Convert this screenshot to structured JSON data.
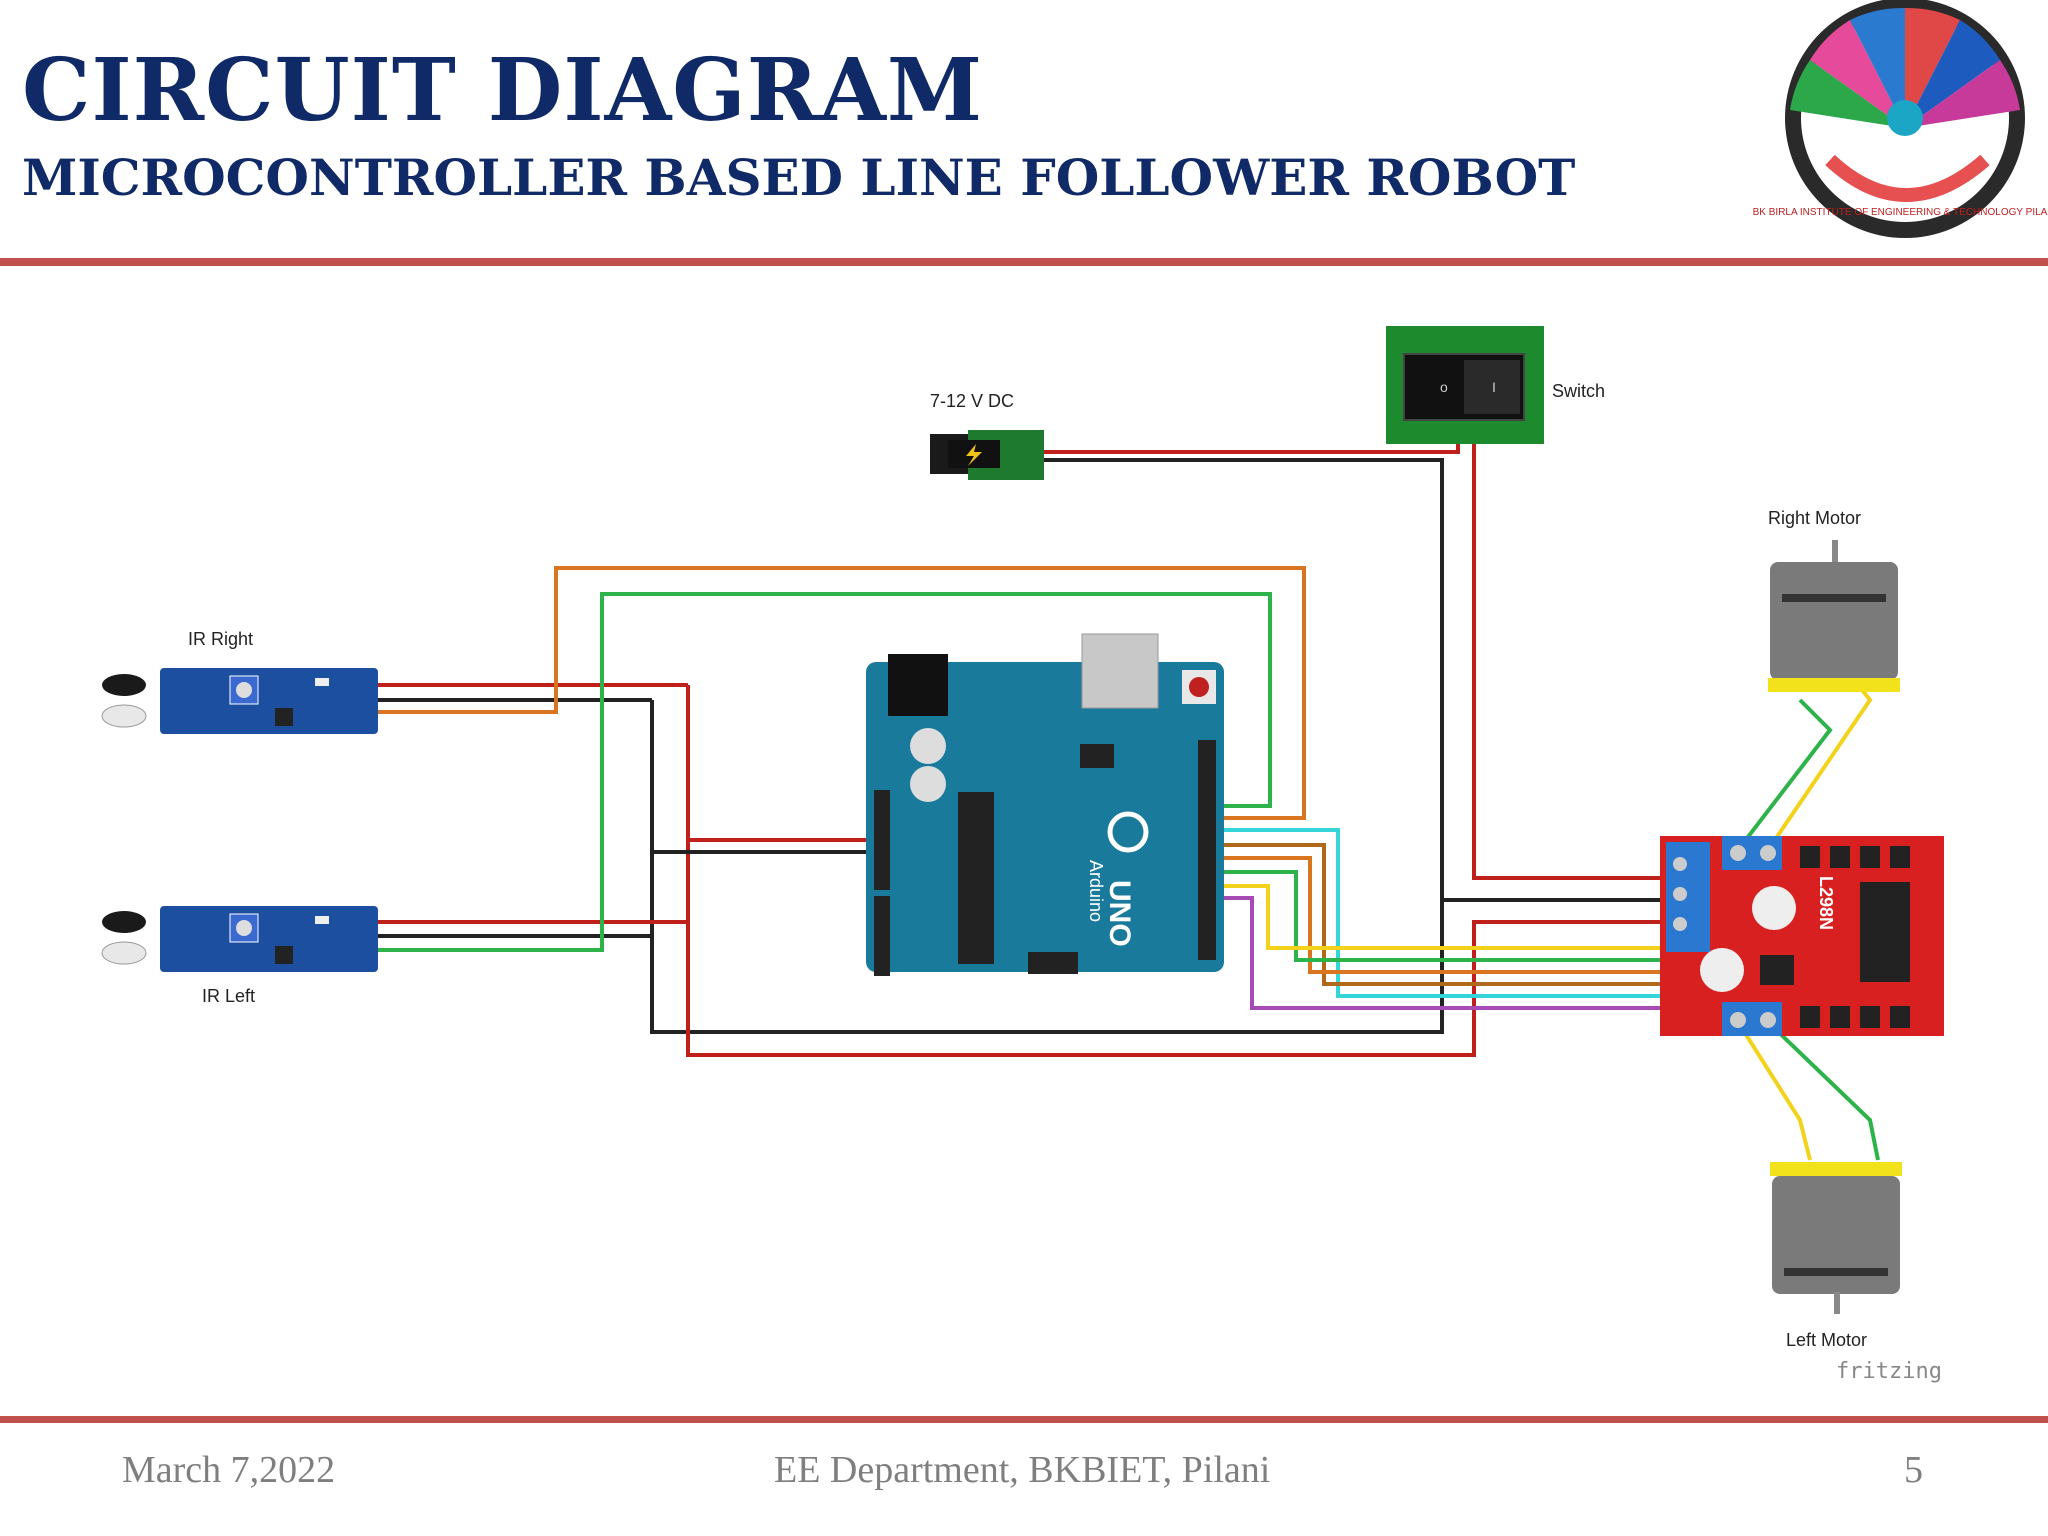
{
  "slide": {
    "title": "CIRCUIT  DIAGRAM",
    "subtitle": "MICROCONTROLLER BASED LINE FOLLOWER ROBOT"
  },
  "logo": {
    "text": "BK BIRLA INSTITUTE OF ENGINEERING & TECHNOLOGY PILANI"
  },
  "diagram": {
    "labels": {
      "power": "7-12 V DC",
      "switch": "Switch",
      "ir_right": "IR Right",
      "ir_left": "IR Left",
      "right_motor": "Right Motor",
      "left_motor": "Left Motor",
      "brand": "fritzing",
      "arduino": "Arduino",
      "uno": "UNO",
      "driver": "L298N"
    },
    "wire_colors": {
      "red": "#c0201a",
      "black": "#222222",
      "orange": "#d9741f",
      "green": "#2db34a",
      "yellow": "#f2d21b",
      "cyan": "#35d4d9",
      "brown": "#b0681a",
      "purple": "#a64ab5"
    }
  },
  "footer": {
    "date": "March 7,2022",
    "department": "EE Department, BKBIET, Pilani",
    "page": "5"
  },
  "colors": {
    "title": "#0f2a66",
    "rule": "#c0504d",
    "arduino_board": "#1a7a9c",
    "sensor_board": "#1d4fa0",
    "driver_board": "#d92020"
  }
}
